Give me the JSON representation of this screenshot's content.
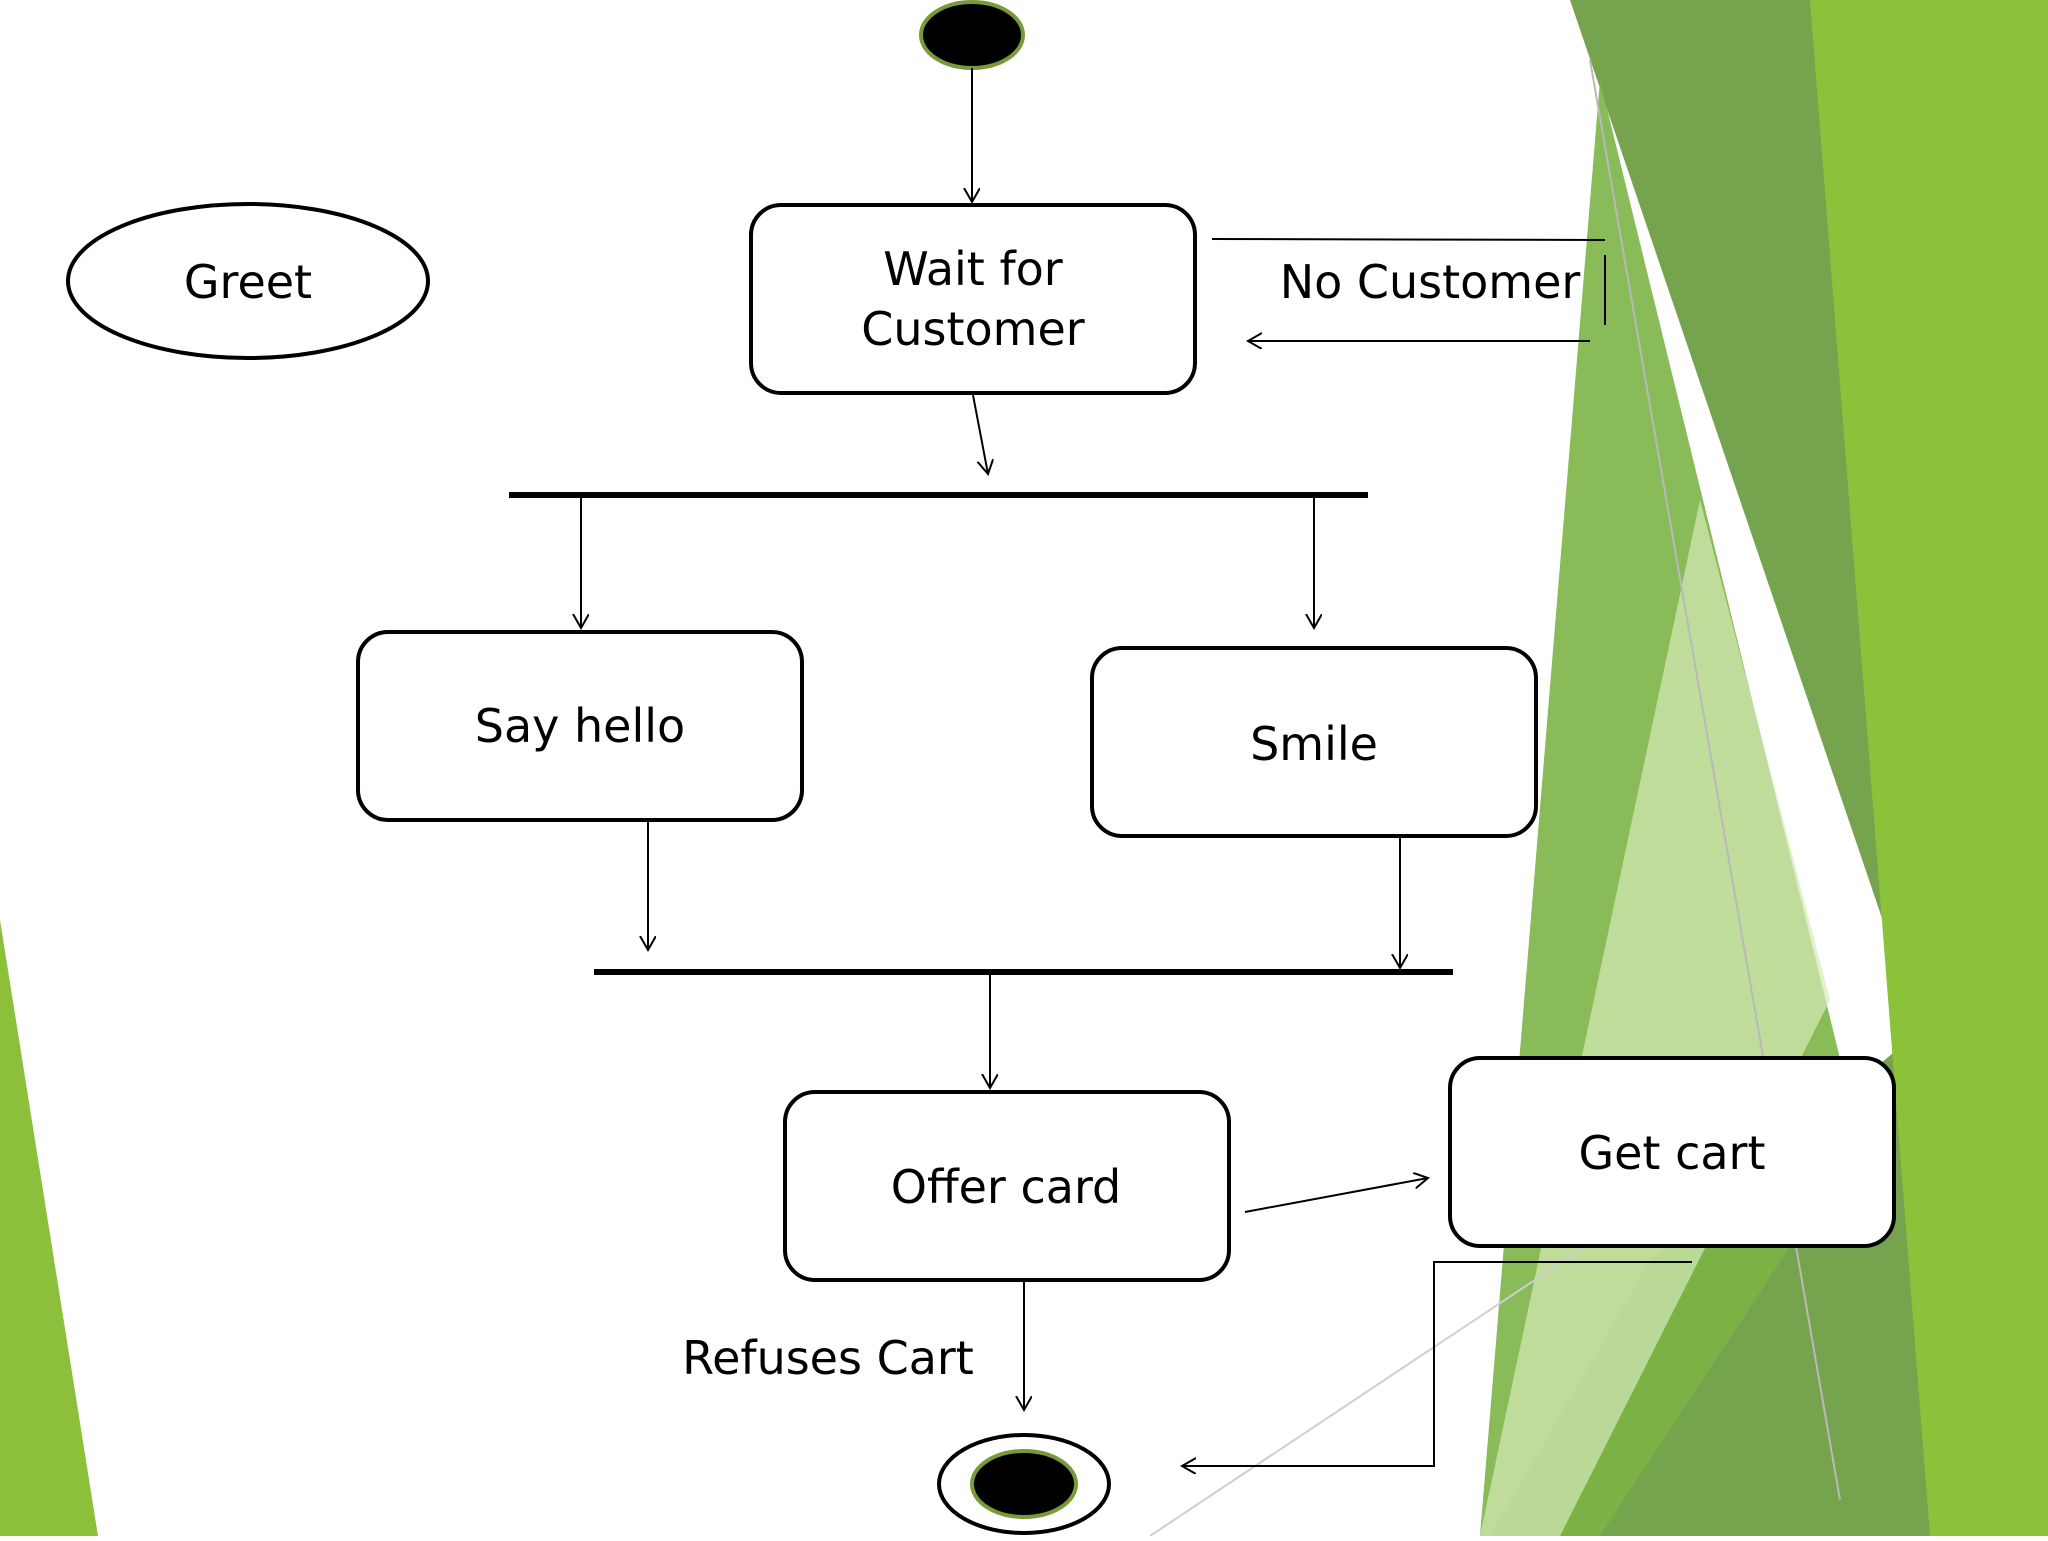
{
  "diagram": {
    "title": "Greet",
    "nodes": {
      "wait_line1": "Wait for",
      "wait_line2": "Customer",
      "say_hello": "Say hello",
      "smile": "Smile",
      "offer_card": "Offer card",
      "get_cart": "Get cart"
    },
    "edge_labels": {
      "no_customer": "No Customer",
      "refuses_cart": "Refuses Cart"
    }
  },
  "colors": {
    "accent_green": "#8dc03a",
    "dark_green": "#6f9d46",
    "node_stroke": "#000000",
    "start_ring": "#7a9a3a"
  }
}
